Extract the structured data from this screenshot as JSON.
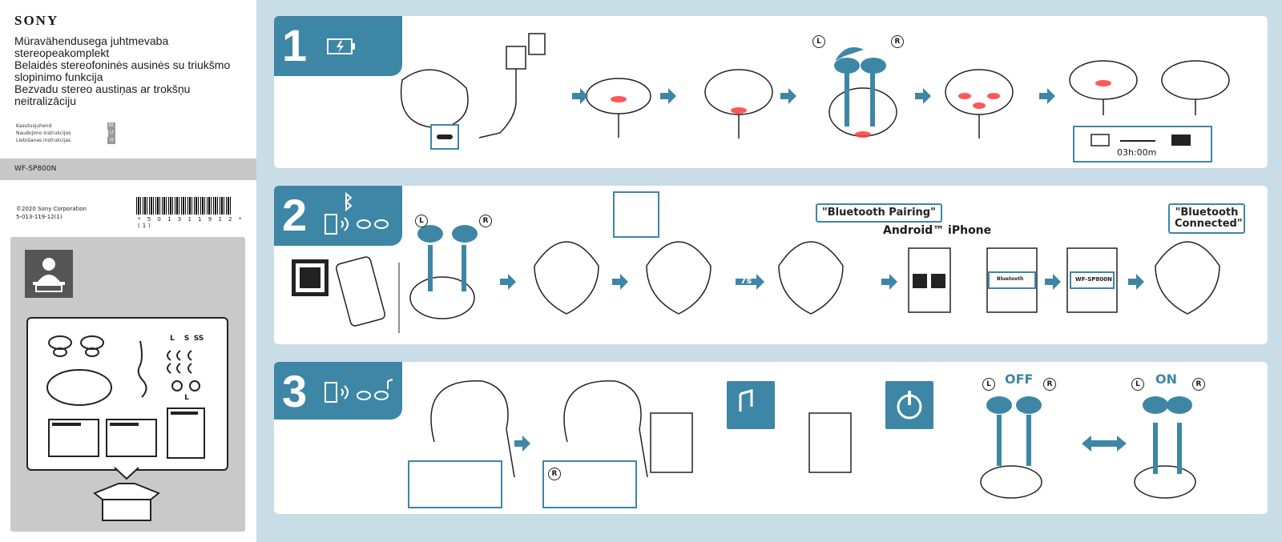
{
  "brand": "SONY",
  "titles": [
    "Müravähendusega juhtmevaba stereopeakomplekt",
    "Belaidės stereofoninės ausinės su triukšmo slopinimo funkcija",
    "Bezvadu stereo austiņas ar trokšņu neitralizāciju"
  ],
  "languages": [
    {
      "name": "Kasutusjuhend",
      "code": "EE"
    },
    {
      "name": "Naudojimo instrukcijos",
      "code": "LT"
    },
    {
      "name": "Lietošanas instrukcijas",
      "code": "LV"
    }
  ],
  "model": "WF-SP800N",
  "copyright": "©2020 Sony Corporation",
  "doc_code": "5-013-119-12(1)",
  "barcode_number": "* 5 0 1 3 1 1 9 1 2 * (1)",
  "contents": {
    "tip_sizes": [
      "L",
      "S",
      "SS"
    ],
    "fin_size": "L"
  },
  "steps": [
    {
      "number": "1",
      "charge_time": "03h:00m"
    },
    {
      "number": "2",
      "wait": "7s",
      "pairing_label": "\"Bluetooth Pairing\"",
      "platforms": "Android™ iPhone",
      "connected_label": "\"Bluetooth Connected\"",
      "device_name": "WF-SP800N",
      "bt_item": "Bluetooth"
    },
    {
      "number": "3",
      "off_label": "OFF",
      "on_label": "ON"
    }
  ],
  "side_labels": {
    "left": "L",
    "right": "R"
  },
  "colors": {
    "accent": "#3e86a5",
    "panel_bg": "#c9dde6",
    "led": "#e8262a"
  }
}
